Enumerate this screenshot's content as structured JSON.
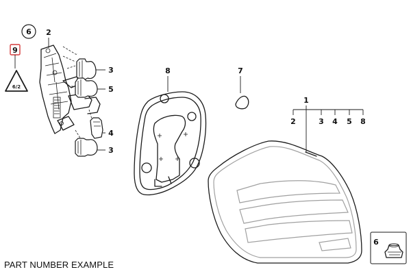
{
  "caption": "PART NUMBER EXAMPLE",
  "callouts": {
    "c6_circle": "6",
    "c2_top": "2",
    "c9_box": "9",
    "c3_upper": "3",
    "c5": "5",
    "c4": "4",
    "c3_lower": "3",
    "c8": "8",
    "c7": "7",
    "c1": "1",
    "c1_sub_2": "2",
    "c1_sub_3": "3",
    "c1_sub_4": "4",
    "c1_sub_5": "5",
    "c1_sub_8": "8",
    "c6_inset": "6"
  },
  "warning_symbol": "6/2",
  "colors": {
    "line": "#1a1a1a",
    "highlight_box": "#d43a3a",
    "lens_gray": "#a0a0a0"
  }
}
